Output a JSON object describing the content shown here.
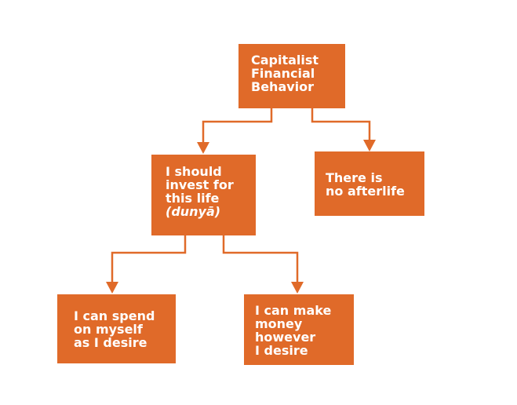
{
  "diagram": {
    "nodes": {
      "root": {
        "lines": [
          "Capitalist",
          "Financial",
          "Behavior"
        ]
      },
      "invest": {
        "lines": [
          "I should",
          "invest for",
          "this life"
        ],
        "italic_line": "(dunyā)"
      },
      "afterlife": {
        "lines": [
          "There is",
          "no afterlife"
        ]
      },
      "spend": {
        "lines": [
          "I can spend",
          "on myself",
          "as I desire"
        ]
      },
      "money": {
        "lines": [
          "I can make",
          "money",
          "however",
          "I desire"
        ]
      }
    },
    "edges": [
      {
        "from": "root",
        "to": "invest"
      },
      {
        "from": "root",
        "to": "afterlife"
      },
      {
        "from": "invest",
        "to": "spend"
      },
      {
        "from": "invest",
        "to": "money"
      }
    ]
  },
  "colors": {
    "node_fill": "#e06a29",
    "connector": "#e06a29",
    "text": "#ffffff",
    "background": "#ffffff"
  }
}
